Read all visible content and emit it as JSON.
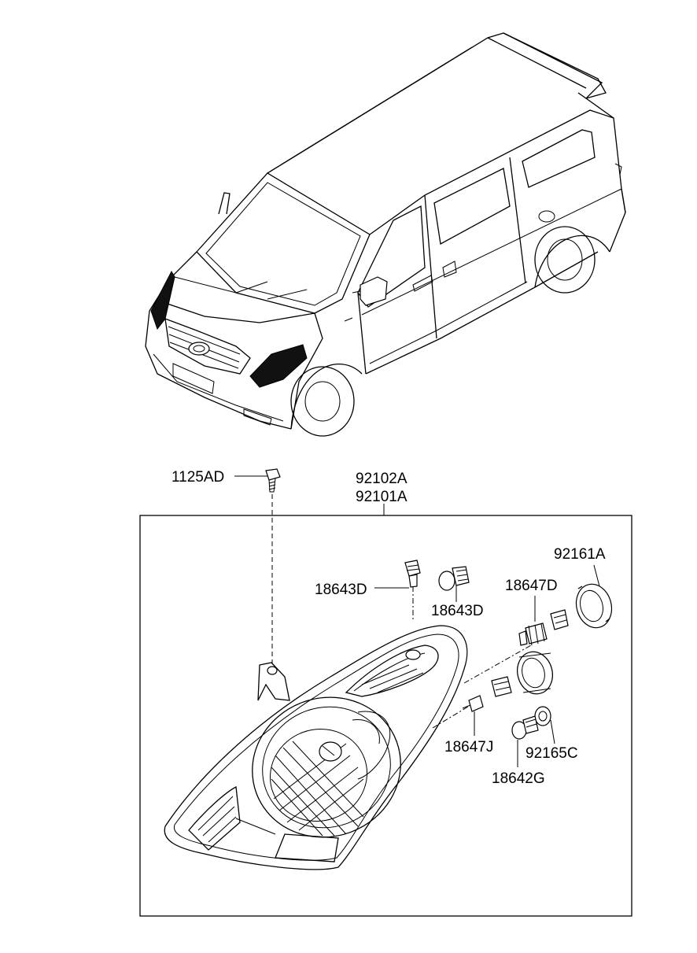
{
  "labels": {
    "bolt": "1125AD",
    "assembly_rh": "92102A",
    "assembly_lh": "92101A",
    "cap": "92161A",
    "bulb_position_left": "18643D",
    "bulb_position_right": "18643D",
    "bulb_low_beam": "18647D",
    "bulb_turn_socket": "18647J",
    "socket": "92165C",
    "bulb_turn": "18642G"
  }
}
